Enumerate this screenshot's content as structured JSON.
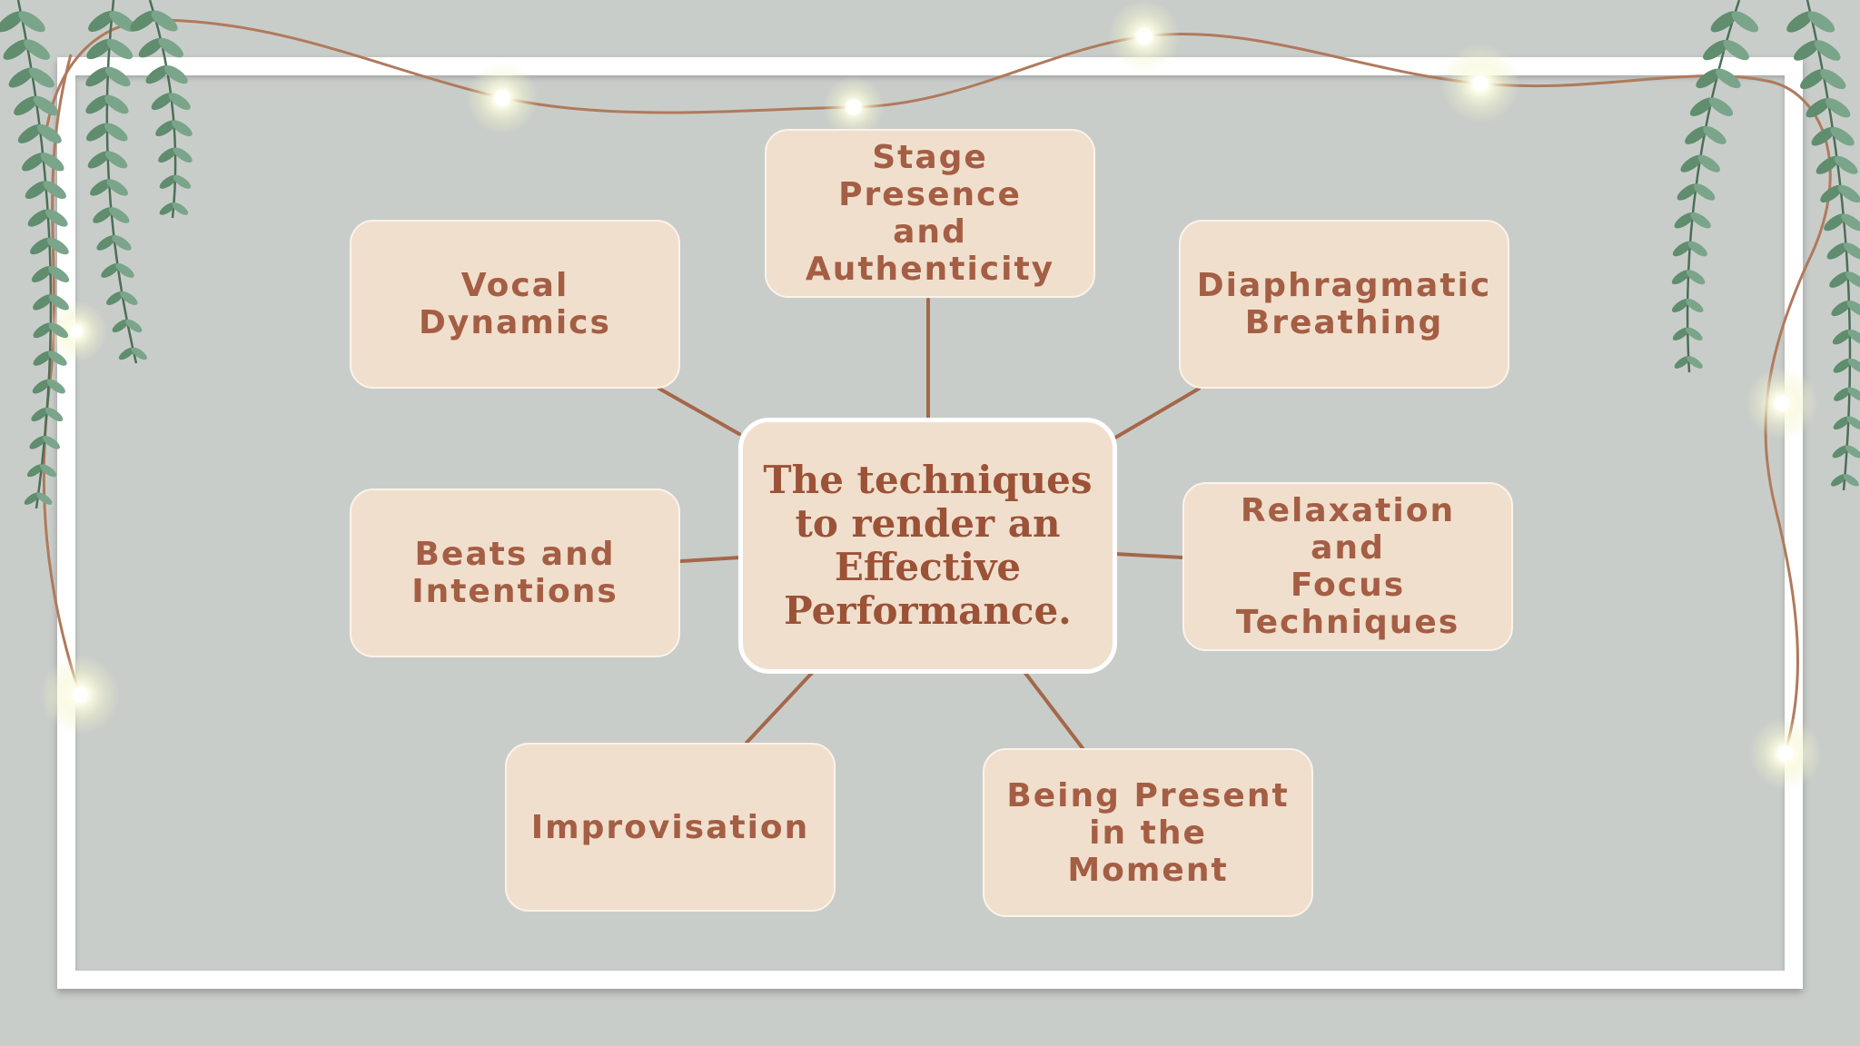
{
  "colors": {
    "background": "#c9cdca",
    "frame": "#ffffff",
    "node_fill": "#f1dfcd",
    "node_text": "#a45e44",
    "connector": "#a5674a",
    "string_lights_wire": "#b07a5c",
    "leaf": "#5c8b6b"
  },
  "decorations": {
    "left_vine": "eucalyptus-vine-icon",
    "right_vine": "eucalyptus-vine-icon",
    "lights": "fairy-lights-icon"
  },
  "diagram": {
    "center": "The techniques\nto render an\nEffective\nPerformance.",
    "nodes": [
      {
        "id": "stage-presence",
        "label": "Stage Presence\nand\nAuthenticity"
      },
      {
        "id": "vocal-dynamics",
        "label": "Vocal Dynamics"
      },
      {
        "id": "diaphragmatic-breathing",
        "label": "Diaphragmatic\nBreathing"
      },
      {
        "id": "beats-intentions",
        "label": "Beats and\nIntentions"
      },
      {
        "id": "relaxation-focus",
        "label": "Relaxation and\nFocus\nTechniques"
      },
      {
        "id": "improvisation",
        "label": "Improvisation"
      },
      {
        "id": "being-present",
        "label": "Being Present\nin the Moment"
      }
    ]
  }
}
